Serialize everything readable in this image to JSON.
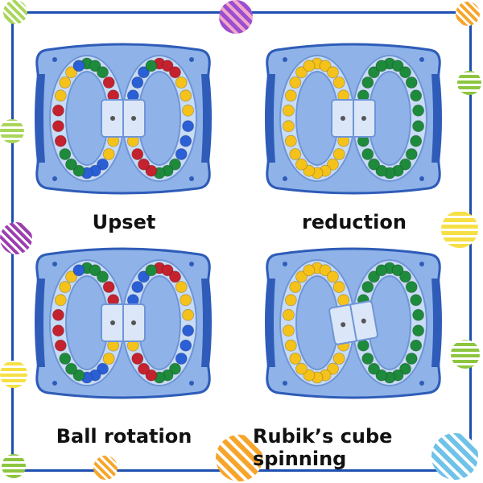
{
  "panels": [
    {
      "caption": "Upset",
      "state": "mixed"
    },
    {
      "caption": "reduction",
      "state": "sorted"
    },
    {
      "caption": "Ball rotation",
      "state": "mixed"
    },
    {
      "caption": "Rubik’s cube spinning",
      "state": "twisted"
    }
  ],
  "colors": {
    "frame": "#1f4fb0",
    "toy_body": "#8fb3e8",
    "toy_dark": "#2e5cb8",
    "track": "#c9dcf5",
    "ball_yellow": "#f4c21a",
    "ball_green": "#1e8a3c",
    "ball_red": "#c4222e",
    "ball_blue": "#2b5fd6"
  }
}
